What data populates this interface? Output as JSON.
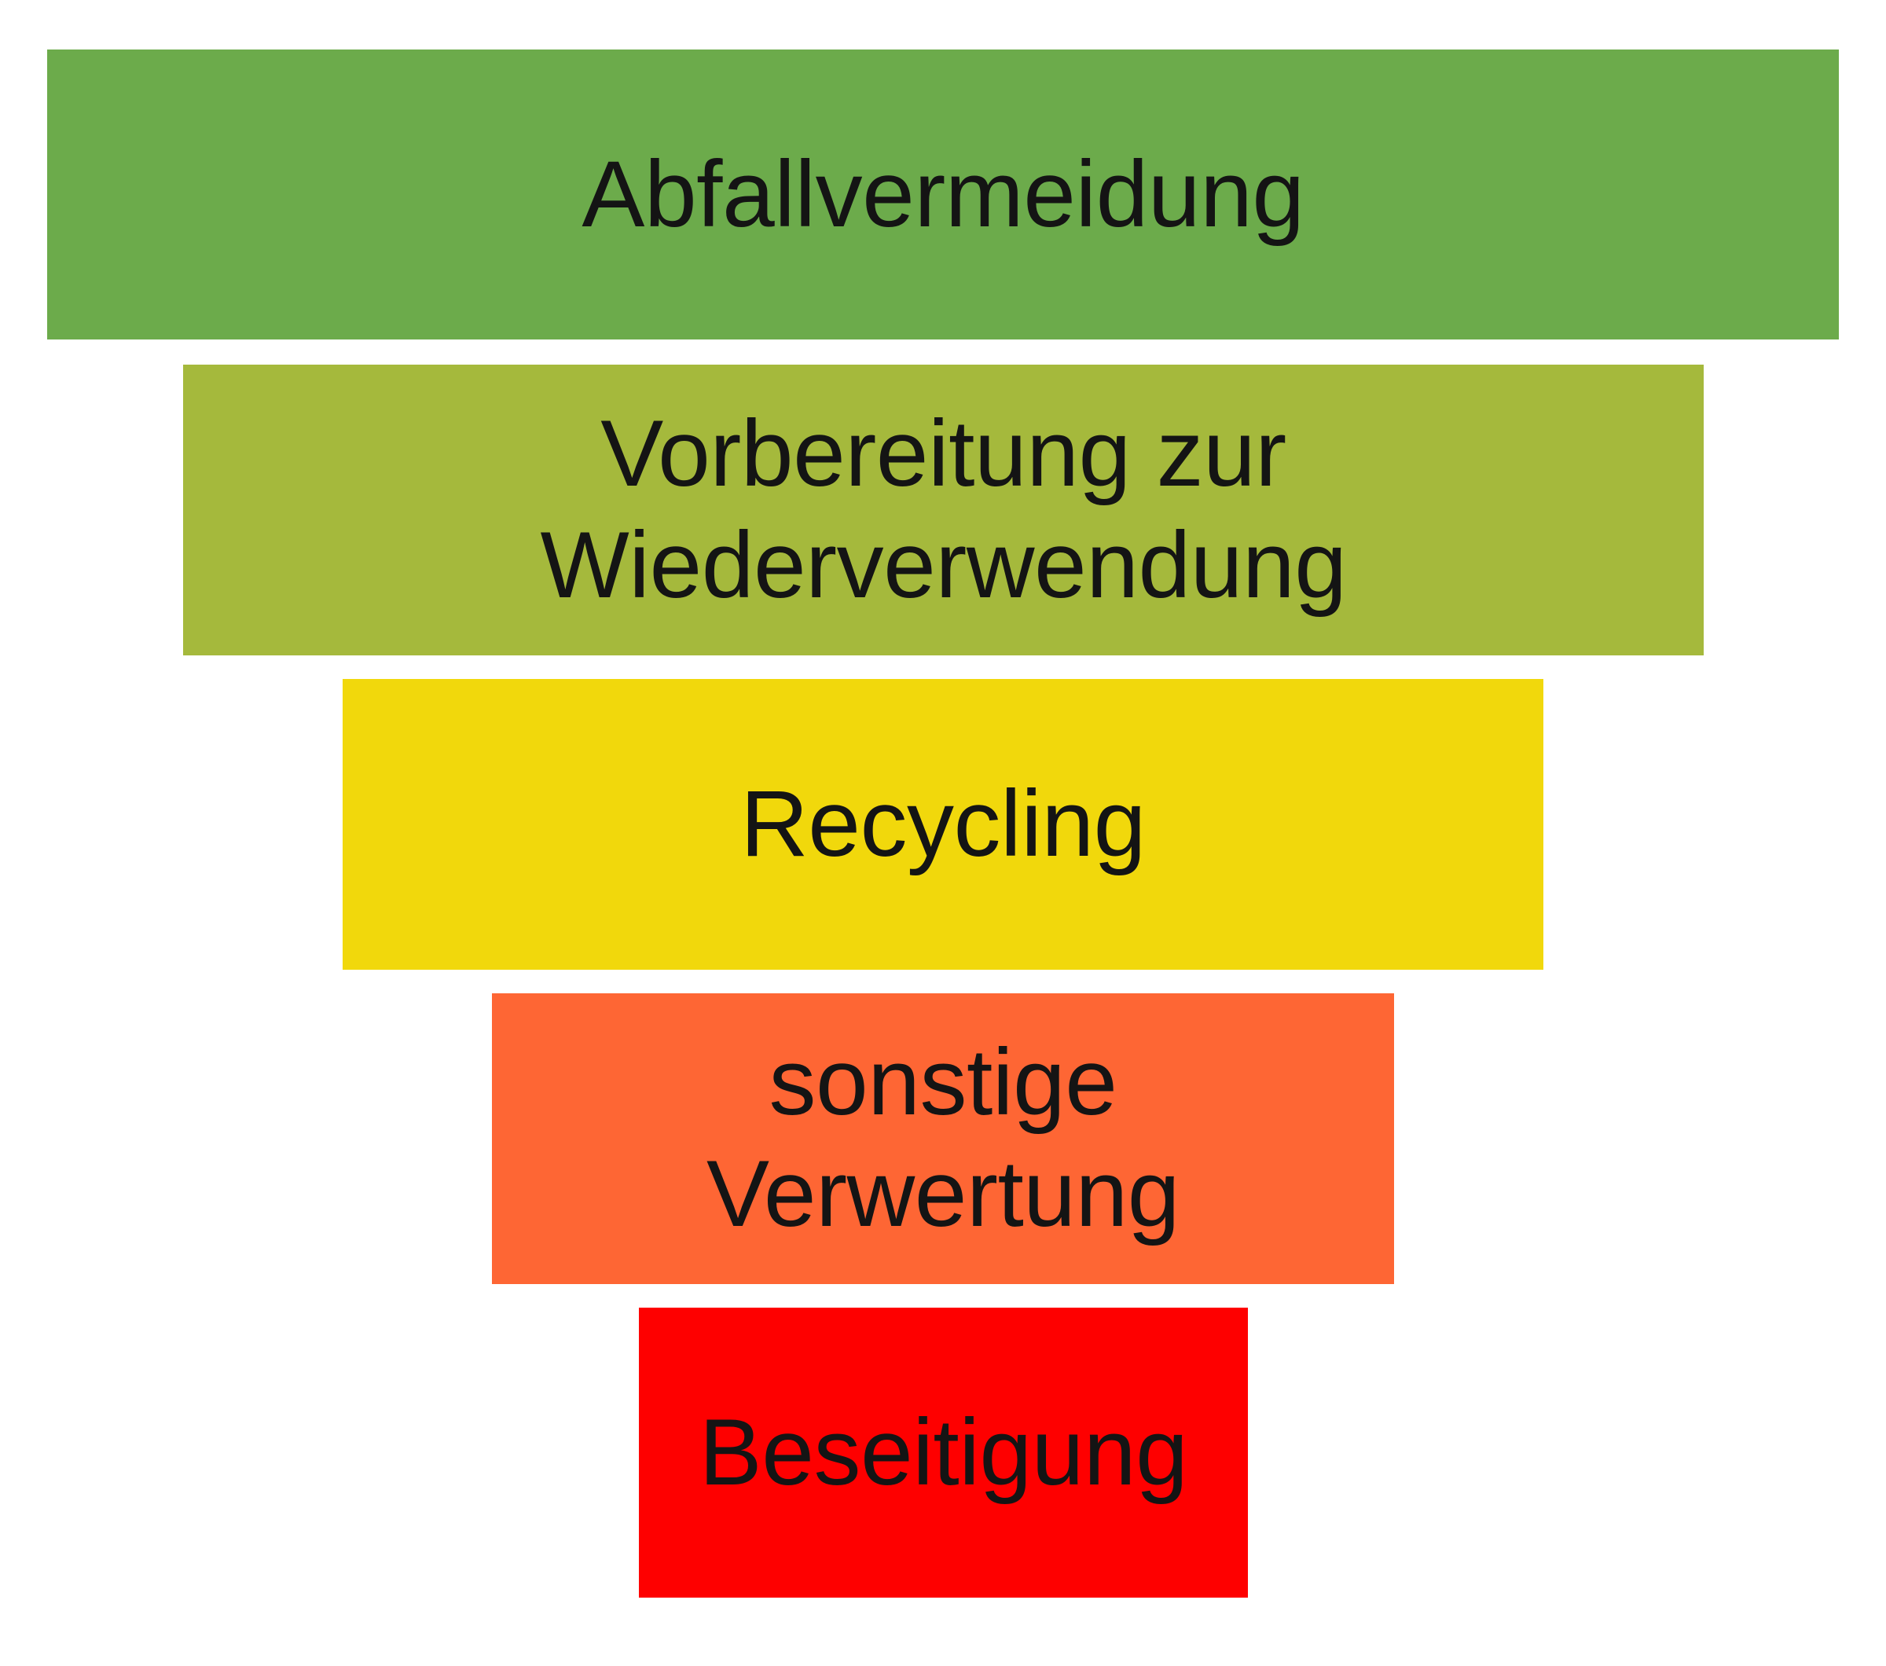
{
  "canvas": {
    "background": "#ffffff",
    "text_color": "#141414"
  },
  "pyramid": {
    "type": "inverted-pyramid",
    "description": "waste-hierarchy-five-levels",
    "levels": [
      {
        "rank": 1,
        "label": "Abfallvermeidung",
        "color": "#6cab4b"
      },
      {
        "rank": 2,
        "label": "Vorbereitung zur\nWiederverwendung",
        "color": "#a5b93c"
      },
      {
        "rank": 3,
        "label": "Recycling",
        "color": "#f1d80c"
      },
      {
        "rank": 4,
        "label": "sonstige\nVerwertung",
        "color": "#fe6634"
      },
      {
        "rank": 5,
        "label": "Beseitigung",
        "color": "#fe0000"
      }
    ]
  }
}
